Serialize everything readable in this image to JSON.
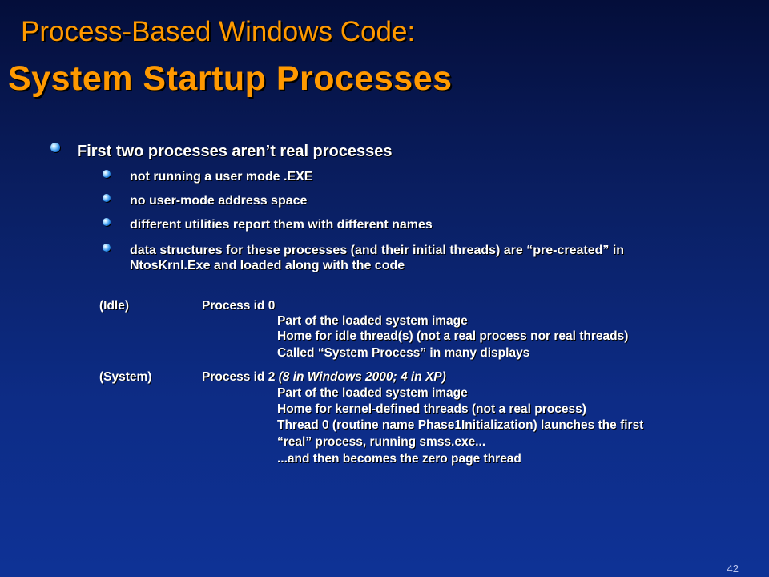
{
  "title": {
    "line1": "Process-Based Windows Code:",
    "line2": "System Startup Processes"
  },
  "main_bullet": "First two processes aren’t real processes",
  "sub_bullets": [
    "not running a user mode .EXE",
    "no user-mode address space",
    "different utilities report them with different names",
    "data structures for these processes (and their initial threads) are “pre-created” in",
    "NtosKrnl.Exe and loaded along with the code"
  ],
  "idle": {
    "label": "(Idle)",
    "pid": "Process id 0",
    "details": [
      "Part of the loaded system image",
      "Home for idle thread(s) (not a real process nor real threads)",
      "Called “System Process” in many displays"
    ]
  },
  "system": {
    "label": "(System)",
    "pid": "Process id 2 ",
    "pid_note": "(8 in Windows 2000; 4 in XP)",
    "details": [
      "Part of the loaded system image",
      "Home for kernel-defined threads (not a real process)",
      "Thread 0 (routine name Phase1Initialization) launches the first",
      "“real” process, running smss.exe...",
      "...and then becomes the zero page thread"
    ]
  },
  "page_number": "42"
}
